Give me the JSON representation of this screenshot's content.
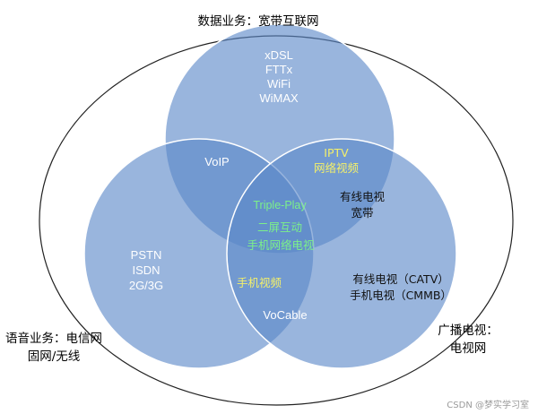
{
  "outer_labels": {
    "data_service": "数据业务：宽带互联网",
    "voice_service_line1": "语音业务：电信网",
    "voice_service_line2": "固网/无线",
    "broadcast_line1": "广播电视：",
    "broadcast_line2": "电视网"
  },
  "top_circle_items": [
    "xDSL",
    "FTTx",
    "WiFi",
    "WiMAX"
  ],
  "left_circle_items": [
    "PSTN",
    "ISDN",
    "2G/3G"
  ],
  "right_circle_items": [
    "有线电视（CATV）",
    "手机电视（CMMB）"
  ],
  "top_left_overlap": "VoIP",
  "top_right_overlap": {
    "line1": "IPTV",
    "line2": "网络视频",
    "line3": "有线电视",
    "line4": "宽带"
  },
  "left_right_overlap": {
    "line1": "手机视频",
    "line2": "VoCable"
  },
  "center": {
    "line1": "Triple-Play",
    "line2": "二屏互动",
    "line3": "手机网络电视"
  },
  "watermark": "CSDN @梦实学习室",
  "colors": {
    "circle_fill": "#5b87c8",
    "circle_stroke": "#ffffff",
    "outer_stroke": "#222222",
    "green_text": "#7cf08a",
    "yellow_text": "#f4f06a"
  }
}
